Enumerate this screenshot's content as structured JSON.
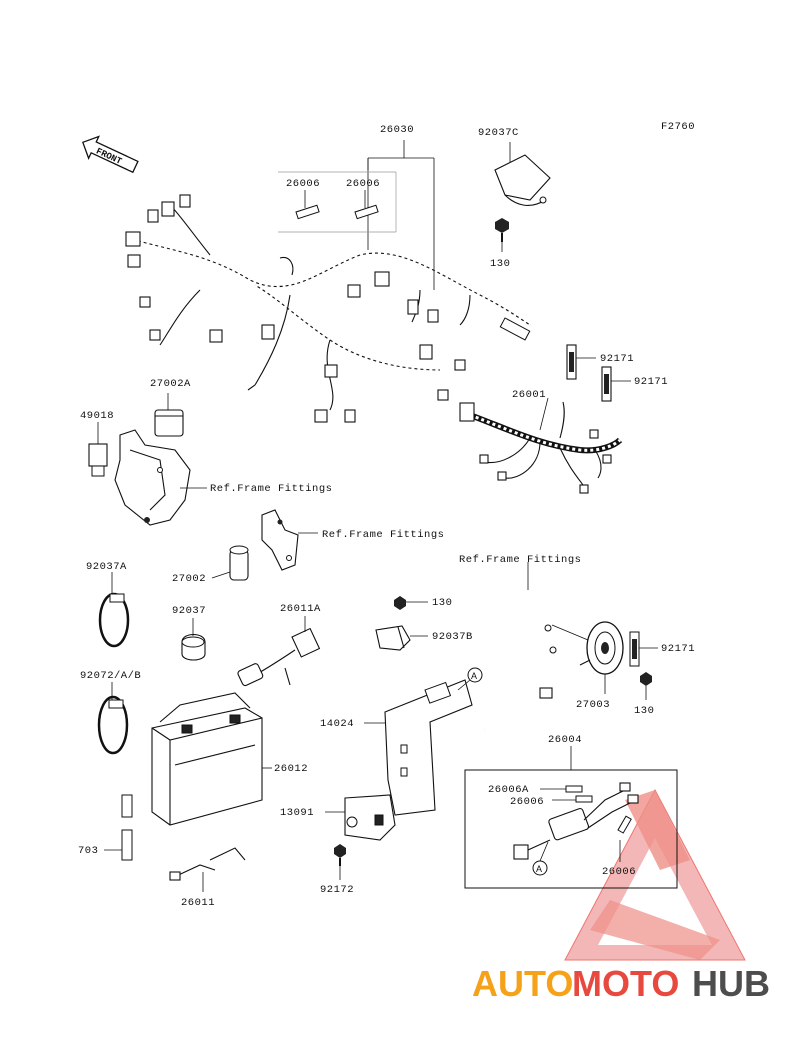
{
  "figure_code": "F2760",
  "front_arrow_label": "FRONT",
  "parts": {
    "p26030": "26030",
    "p92037C": "92037C",
    "p26006_a": "26006",
    "p26006_b": "26006",
    "p130_top": "130",
    "p92171_a": "92171",
    "p92171_b": "92171",
    "p27002A": "27002A",
    "p49018": "49018",
    "p26001": "26001",
    "ref_frame_1": "Ref.Frame Fittings",
    "ref_frame_2": "Ref.Frame Fittings",
    "ref_frame_3": "Ref.Frame Fittings",
    "p27002": "27002",
    "p92037A": "92037A",
    "p92037": "92037",
    "p26011A": "26011A",
    "p130_mid": "130",
    "p92037B": "92037B",
    "p92171_c": "92171",
    "p27003": "27003",
    "p130_right": "130",
    "p92072": "92072/A/B",
    "p14024": "14024",
    "p26012": "26012",
    "p26004": "26004",
    "p26006A": "26006A",
    "p26006_c": "26006",
    "p26006_d": "26006",
    "p13091": "13091",
    "p703": "703",
    "p92172": "92172",
    "p26011": "26011",
    "callout_a1": "A",
    "callout_a2": "A"
  },
  "watermark": {
    "part1": "AUTO",
    "part2": "MOTO",
    "part3": "HUB",
    "color_orange": "#f5a11a",
    "color_red": "#e8493f",
    "color_gray": "#4d4d4d"
  }
}
